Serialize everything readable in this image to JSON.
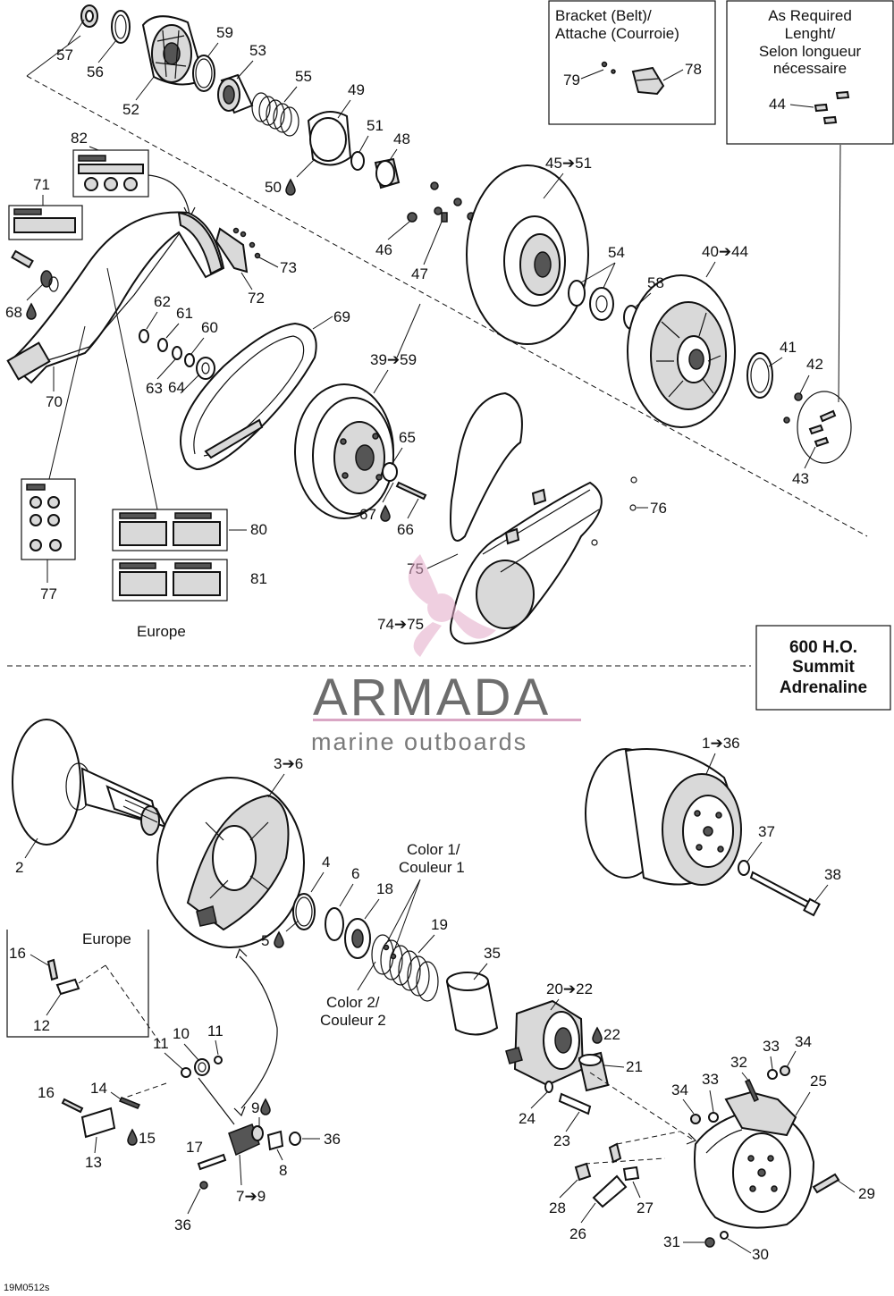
{
  "figure_code": "19M0512s",
  "model_box": {
    "line1": "600 H.O.",
    "line2": "Summit",
    "line3": "Adrenaline"
  },
  "bracket_box": {
    "line1": "Bracket (Belt)/",
    "line2": "Attache (Courroie)"
  },
  "as_required_box": {
    "line1": "As Required",
    "line2": "Lenght/",
    "line3": "Selon longueur",
    "line4": "nécessaire"
  },
  "europe_labels": {
    "decals": "Europe",
    "pins": "Europe"
  },
  "color_labels": {
    "c1a": "Color 1/",
    "c1b": "Couleur 1",
    "c2a": "Color 2/",
    "c2b": "Couleur 2"
  },
  "watermark": {
    "brand": "ARMADA",
    "tagline": "marine outboards",
    "brand_color": "#d9a6c4"
  },
  "lube_icon": "oil-drop-icon",
  "parts": {
    "p57": "57",
    "p56": "56",
    "p52": "52",
    "p59": "59",
    "p53": "53",
    "p55": "55",
    "p49": "49",
    "p51": "51",
    "p48": "48",
    "p50": "50",
    "p45_51": "45➔51",
    "p46": "46",
    "p47": "47",
    "p54": "54",
    "p58": "58",
    "p40_44": "40➔44",
    "p41": "41",
    "p42": "42",
    "p43": "43",
    "p79": "79",
    "p78": "78",
    "p44": "44",
    "p82": "82",
    "p71": "71",
    "p68": "68",
    "p70": "70",
    "p73": "73",
    "p72": "72",
    "p62": "62",
    "p61": "61",
    "p60": "60",
    "p63": "63",
    "p64": "64",
    "p69": "69",
    "p39_59": "39➔59",
    "p65": "65",
    "p67": "67",
    "p66": "66",
    "p76": "76",
    "p75": "75",
    "p74_75": "74➔75",
    "p80": "80",
    "p81": "81",
    "p77": "77",
    "p2": "2",
    "p3_6": "3➔6",
    "p4": "4",
    "p6": "6",
    "p18": "18",
    "p5": "5",
    "p19": "19",
    "p35": "35",
    "p20_22": "20➔22",
    "p22": "22",
    "p21": "21",
    "p1_36": "1➔36",
    "p37": "37",
    "p38": "38",
    "p16a": "16",
    "p12": "12",
    "p11a": "11",
    "p10": "10",
    "p11b": "11",
    "p16b": "16",
    "p14": "14",
    "p13": "13",
    "p15": "15",
    "p9": "9",
    "p36a": "36",
    "p17": "17",
    "p8": "8",
    "p7_9": "7➔9",
    "p36b": "36",
    "p24": "24",
    "p23": "23",
    "p33a": "33",
    "p34a": "34",
    "p32": "32",
    "p25": "25",
    "p34b": "34",
    "p33b": "33",
    "p28": "28",
    "p27": "27",
    "p26": "26",
    "p29": "29",
    "p31": "31",
    "p30": "30"
  }
}
